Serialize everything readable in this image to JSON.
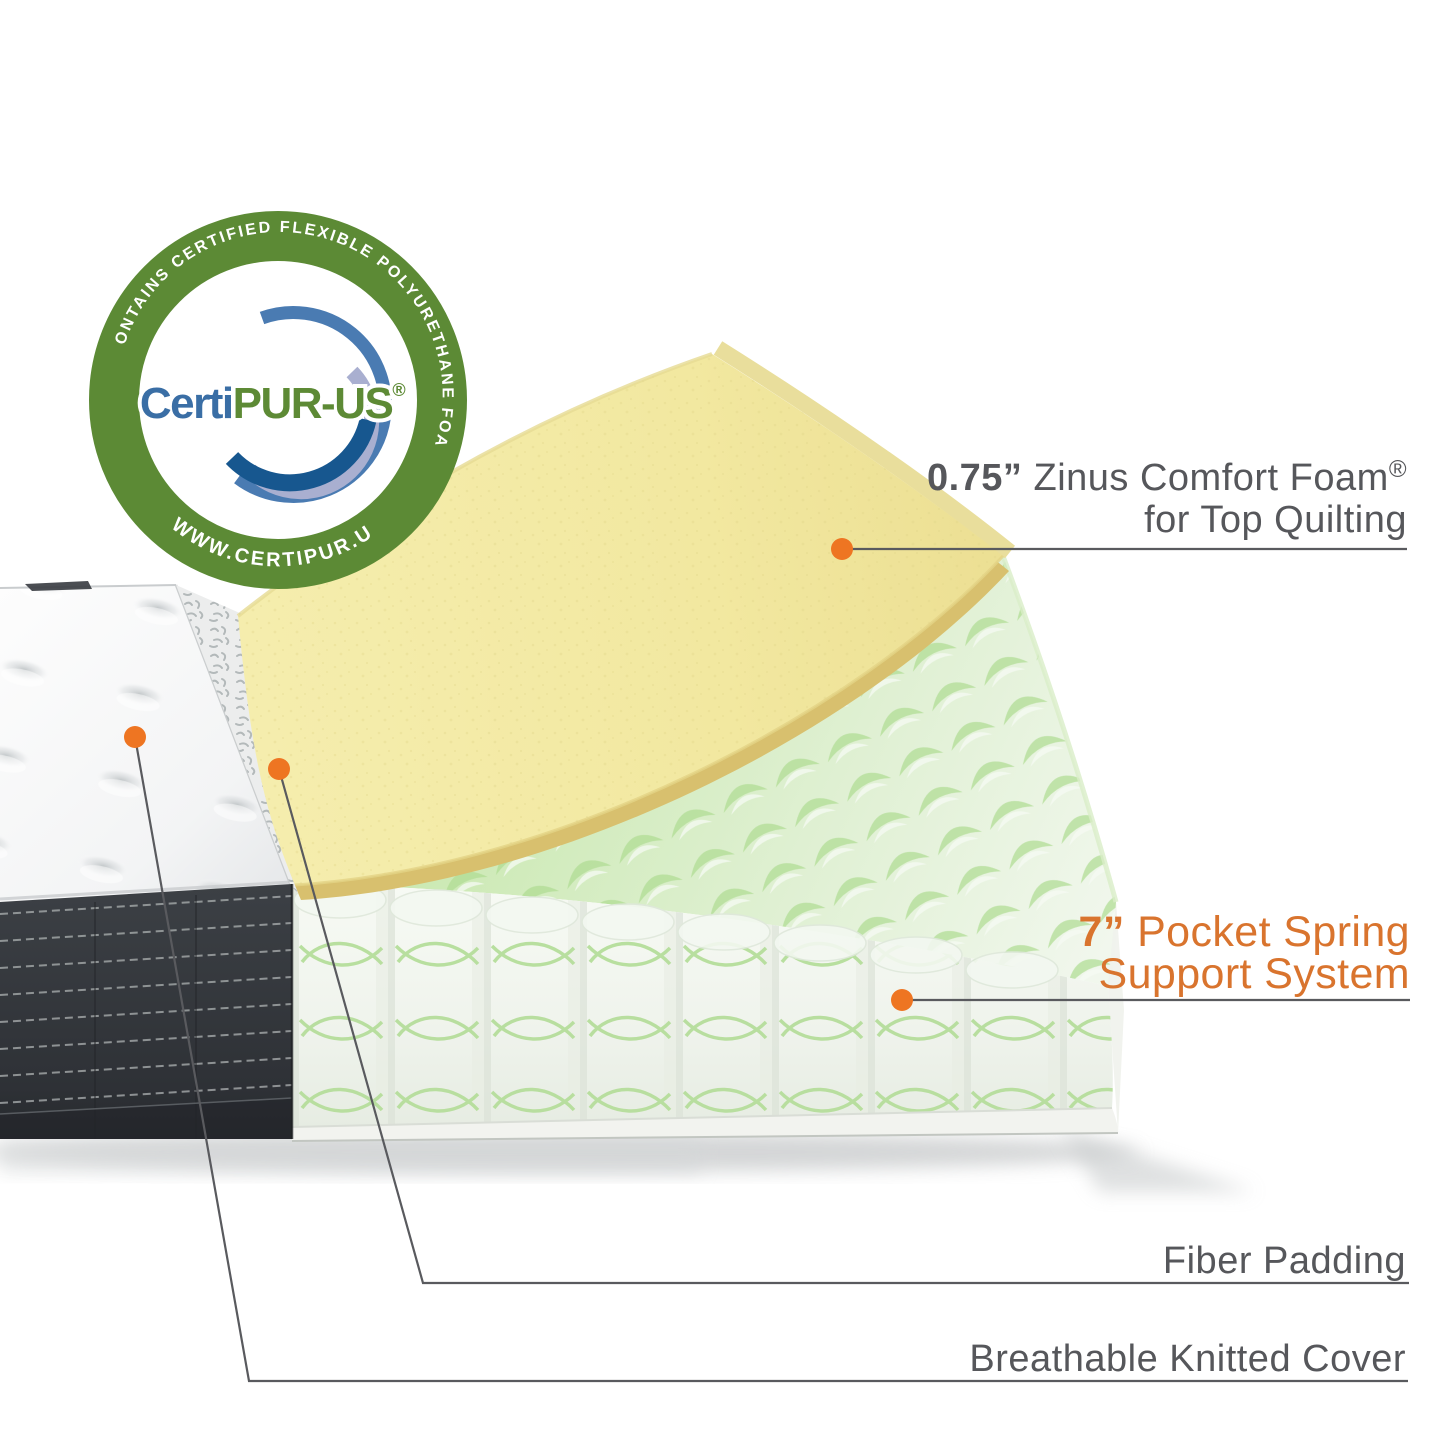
{
  "badge": {
    "arc_top": "CONTAINS CERTIFIED FLEXIBLE POLYURETHANE FOAM",
    "arc_bottom": "WWW.CERTIPUR.US",
    "brand_prefix": "Certi",
    "brand_suffix": "PUR-US",
    "registered_mark": "®",
    "colors": {
      "ring_green": "#5C8A35",
      "brand_blue": "#3A6EA5",
      "brand_green": "#5D8A35",
      "swoosh_blue": "#4A7BB2",
      "swoosh_dark_blue": "#17578F",
      "swoosh_lavender": "#A9AFD0"
    }
  },
  "callouts": {
    "comfort_foam": {
      "measure": "0.75”",
      "name": " Zinus Comfort Foam",
      "mark": "®",
      "line2": "for Top Quilting"
    },
    "pocket_spring": {
      "measure": "7”",
      "name": " Pocket Spring",
      "line2": "Support System"
    },
    "fiber_padding": {
      "label": "Fiber Padding"
    },
    "knitted_cover": {
      "label": "Breathable Knitted Cover"
    }
  },
  "colors": {
    "label_gray": "#56575B",
    "accent_orange_text": "#D9742E",
    "accent_orange_dot": "#EE7522",
    "foam_yellow": "#F2E9A2",
    "foam_edge": "#D8C06E",
    "spring_green": "#BCE0A0",
    "panel_charcoal": "#34383D"
  }
}
